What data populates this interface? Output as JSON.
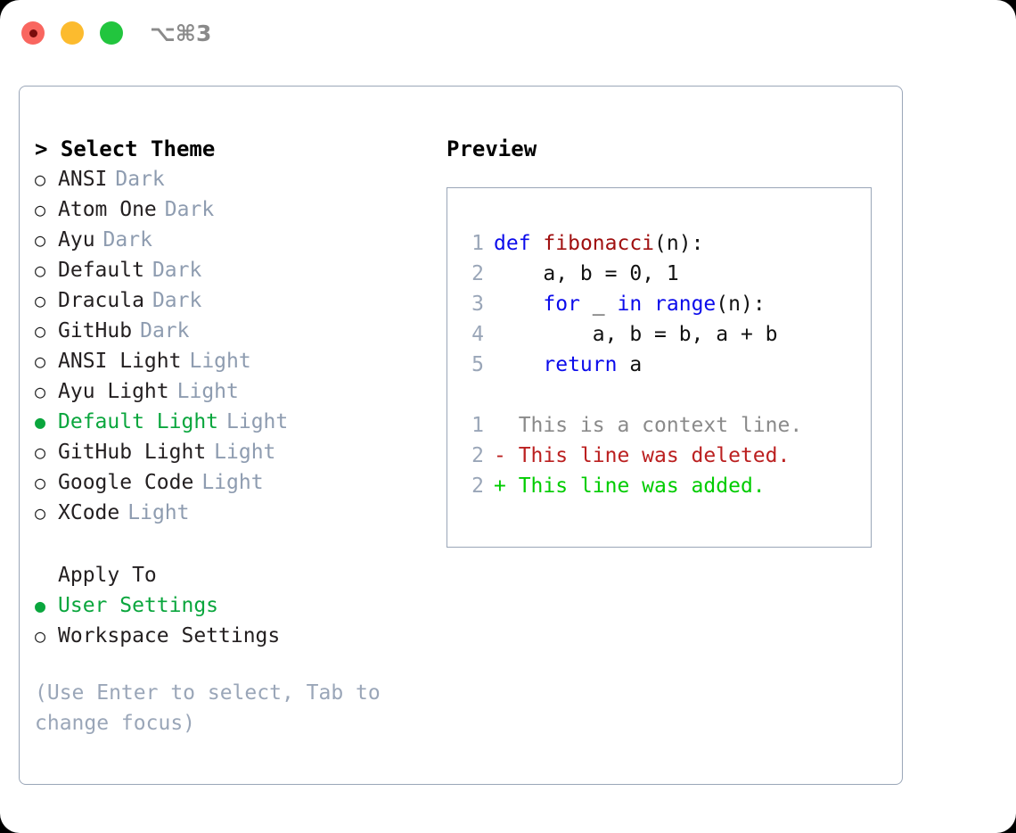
{
  "titlebar": {
    "shortcut": "⌥⌘3",
    "dots": [
      {
        "name": "close",
        "color": "#f9665f"
      },
      {
        "name": "minimize",
        "color": "#fcbb2e"
      },
      {
        "name": "zoom",
        "color": "#22c53e"
      }
    ]
  },
  "theme_list": {
    "header": "> Select Theme",
    "items": [
      {
        "marker": "○",
        "label": "ANSI",
        "variant": "Dark",
        "selected": false
      },
      {
        "marker": "○",
        "label": "Atom One",
        "variant": "Dark",
        "selected": false
      },
      {
        "marker": "○",
        "label": "Ayu",
        "variant": "Dark",
        "selected": false
      },
      {
        "marker": "○",
        "label": "Default",
        "variant": "Dark",
        "selected": false
      },
      {
        "marker": "○",
        "label": "Dracula",
        "variant": "Dark",
        "selected": false
      },
      {
        "marker": "○",
        "label": "GitHub",
        "variant": "Dark",
        "selected": false
      },
      {
        "marker": "○",
        "label": "ANSI Light",
        "variant": "Light",
        "selected": false
      },
      {
        "marker": "○",
        "label": "Ayu Light",
        "variant": "Light",
        "selected": false
      },
      {
        "marker": "●",
        "label": "Default Light",
        "variant": "Light",
        "selected": true
      },
      {
        "marker": "○",
        "label": "GitHub Light",
        "variant": "Light",
        "selected": false
      },
      {
        "marker": "○",
        "label": "Google Code",
        "variant": "Light",
        "selected": false
      },
      {
        "marker": "○",
        "label": "XCode",
        "variant": "Light",
        "selected": false
      }
    ]
  },
  "apply_to": {
    "header": "Apply To",
    "items": [
      {
        "marker": "●",
        "label": "User Settings",
        "selected": true
      },
      {
        "marker": "○",
        "label": "Workspace Settings",
        "selected": false
      }
    ]
  },
  "hint": "(Use Enter to select, Tab to change focus)",
  "preview": {
    "title": "Preview",
    "code_lines": [
      {
        "number": "1",
        "tokens": [
          {
            "t": "def",
            "c": "kw"
          },
          {
            "t": " ",
            "c": "pl"
          },
          {
            "t": "fibonacci",
            "c": "fn"
          },
          {
            "t": "(n):",
            "c": "pl"
          }
        ]
      },
      {
        "number": "2",
        "tokens": [
          {
            "t": "    a, b = ",
            "c": "pl"
          },
          {
            "t": "0",
            "c": "num"
          },
          {
            "t": ", ",
            "c": "pl"
          },
          {
            "t": "1",
            "c": "num"
          }
        ]
      },
      {
        "number": "3",
        "tokens": [
          {
            "t": "    ",
            "c": "pl"
          },
          {
            "t": "for",
            "c": "kw"
          },
          {
            "t": " _ ",
            "c": "pl"
          },
          {
            "t": "in",
            "c": "kw"
          },
          {
            "t": " ",
            "c": "pl"
          },
          {
            "t": "range",
            "c": "kw"
          },
          {
            "t": "(n):",
            "c": "pl"
          }
        ]
      },
      {
        "number": "4",
        "tokens": [
          {
            "t": "        a, b = b, a + b",
            "c": "pl"
          }
        ]
      },
      {
        "number": "5",
        "tokens": [
          {
            "t": "    ",
            "c": "pl"
          },
          {
            "t": "return",
            "c": "kw"
          },
          {
            "t": " a",
            "c": "pl"
          }
        ]
      }
    ],
    "diff_lines": [
      {
        "number": "1",
        "text": "  This is a context line.",
        "kind": "ctx"
      },
      {
        "number": "2",
        "text": "- This line was deleted.",
        "kind": "del"
      },
      {
        "number": "2",
        "text": "+ This line was added.",
        "kind": "add"
      }
    ]
  },
  "colors": {
    "accent_green": "#0aa63d",
    "muted": "#8e9cb0",
    "border": "#9aa6b8",
    "keyword_blue": "#0b0beb",
    "function_red": "#a01010",
    "diff_deleted": "#bb2020",
    "diff_added": "#00cc00",
    "background": "#ffffff",
    "page_background": "#000000"
  }
}
